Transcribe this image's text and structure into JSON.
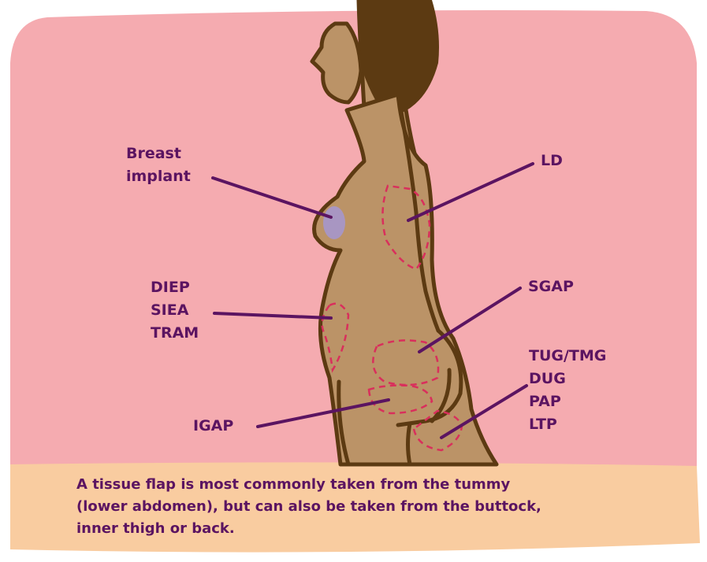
{
  "diagram": {
    "labels": {
      "breast_implant": [
        "Breast",
        "implant"
      ],
      "ld": "LD",
      "abdomen": [
        "DIEP",
        "SIEA",
        "TRAM"
      ],
      "sgap": "SGAP",
      "thigh": [
        "TUG/TMG",
        "DUG",
        "PAP",
        "LTP"
      ],
      "igap": "IGAP"
    },
    "caption": [
      "A tissue flap is most commonly taken from the tummy",
      "(lower abdomen), but can also be taken from the buttock,",
      "inner thigh or back."
    ]
  },
  "colors": {
    "background_panel": "#f5abb0",
    "caption_band": "#f9cca0",
    "skin": "#bb9367",
    "outline": "#5c3a12",
    "hair": "#5c3a12",
    "label_text": "#5b1461",
    "leader_line": "#5b1461",
    "flap_outline": "#d92f5c",
    "implant_fill": "#a896c2"
  }
}
